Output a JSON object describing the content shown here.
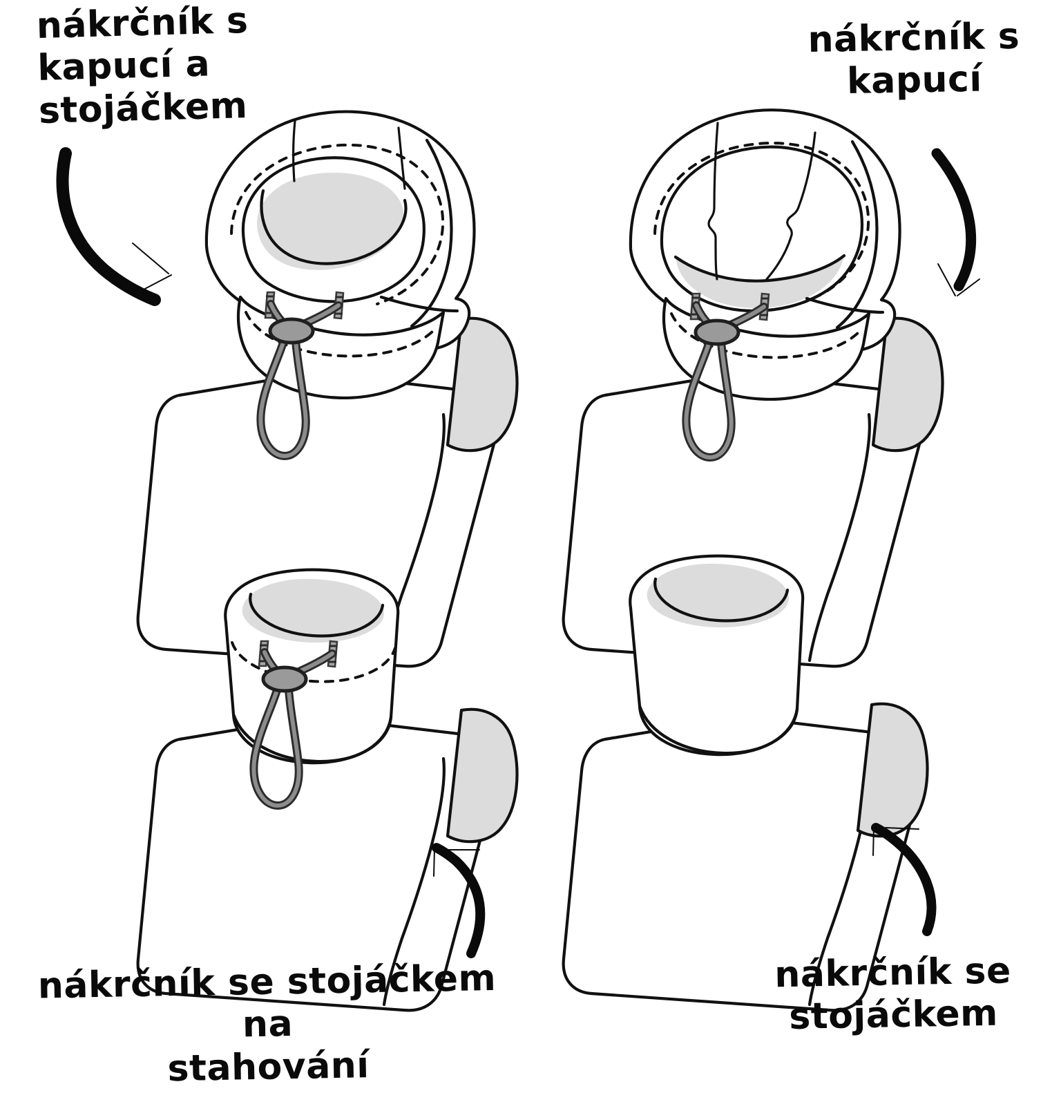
{
  "illustration": {
    "title_semantics": "four neck-warmer collar variants",
    "style": "hand-drawn line illustration on white background",
    "colors": {
      "ink": "#111111",
      "paper": "#ffffff",
      "fill_gray": "#dcdcdc",
      "cord_gray": "#8c8c8c",
      "cord_outline": "#2b2b2b",
      "toggle_gray": "#9a9a9a",
      "eyelet_gray": "#a0a0a0"
    }
  },
  "panels": [
    {
      "id": "top-left",
      "label": "nákrčník s\nkapucí a\nstojáčkem",
      "label_position": "top-left",
      "arrow": "curved-arrow-down-right",
      "features": [
        "hood",
        "standing-collar",
        "drawstring",
        "cord-lock",
        "two-eyelets",
        "dashed-seam",
        "shoulder-stump"
      ]
    },
    {
      "id": "top-right",
      "label": "nákrčník s\nkapucí",
      "label_position": "top-right",
      "arrow": "curved-arrow-down",
      "features": [
        "hood",
        "drawstring",
        "cord-lock",
        "two-eyelets",
        "dashed-seam",
        "shoulder-stump"
      ]
    },
    {
      "id": "bottom-left",
      "label": "nákrčník se stojáčkem na\nstahování",
      "label_position": "bottom-left",
      "arrow": "curved-arrow-up-left",
      "features": [
        "standing-collar",
        "drawstring",
        "cord-lock",
        "two-eyelets",
        "dashed-seam",
        "shoulder-stump"
      ]
    },
    {
      "id": "bottom-right",
      "label": "nákrčník se\nstojáčkem",
      "label_position": "bottom-right",
      "arrow": "curved-arrow-up-left",
      "features": [
        "standing-collar",
        "shoulder-stump"
      ]
    }
  ]
}
